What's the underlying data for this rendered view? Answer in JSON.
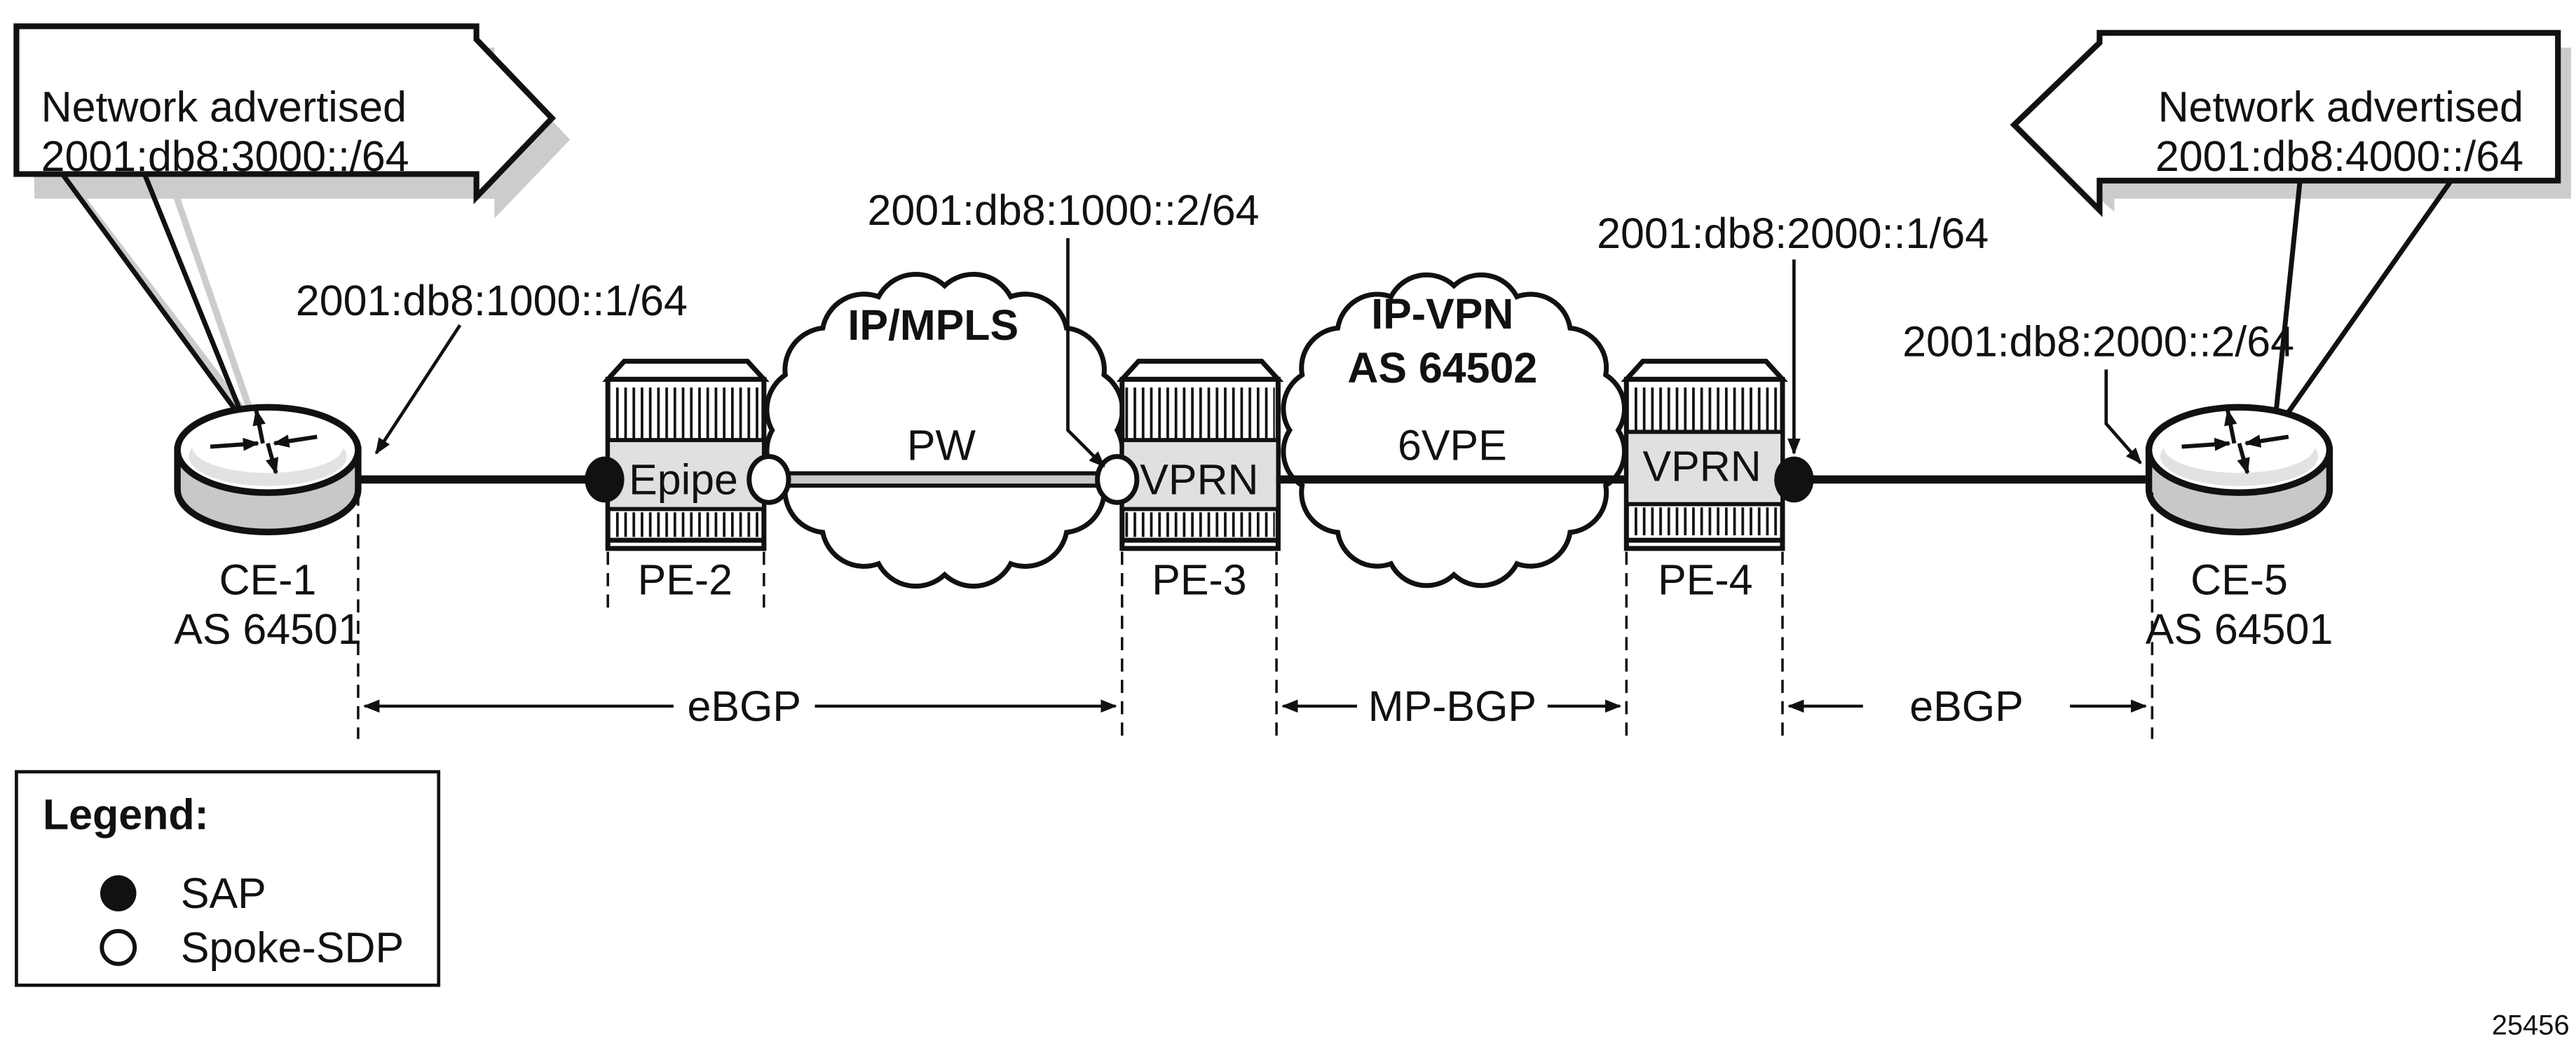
{
  "callouts": {
    "left": {
      "line1": "Network advertised",
      "line2": "2001:db8:3000::/64"
    },
    "right": {
      "line1": "Network advertised",
      "line2": "2001:db8:4000::/64"
    }
  },
  "addresses": {
    "ce1": "2001:db8:1000::1/64",
    "pe3": "2001:db8:1000::2/64",
    "pe4": "2001:db8:2000::1/64",
    "ce5": "2001:db8:2000::2/64"
  },
  "clouds": {
    "mpls": {
      "line1": "IP/MPLS"
    },
    "ipvpn": {
      "line1": "IP-VPN",
      "line2": "AS 64502"
    }
  },
  "nodes": {
    "ce1": {
      "name": "CE-1",
      "as": "AS 64501"
    },
    "pe2": {
      "name": "PE-2",
      "service": "Epipe"
    },
    "pe3": {
      "name": "PE-3",
      "service": "VPRN"
    },
    "pe4": {
      "name": "PE-4",
      "service": "VPRN"
    },
    "ce5": {
      "name": "CE-5",
      "as": "AS 64501"
    }
  },
  "links": {
    "pw": "PW",
    "vpe": "6VPE"
  },
  "sessions": {
    "ebgp_left": "eBGP",
    "mpbgp": "MP-BGP",
    "ebgp_right": "eBGP"
  },
  "legend": {
    "title": "Legend:",
    "sap": "SAP",
    "spoke": "Spoke-SDP"
  },
  "figure_id": "25456",
  "colors": {
    "stroke": "#111111",
    "gray": "#c8c8c8",
    "light": "#e2e2e2"
  }
}
